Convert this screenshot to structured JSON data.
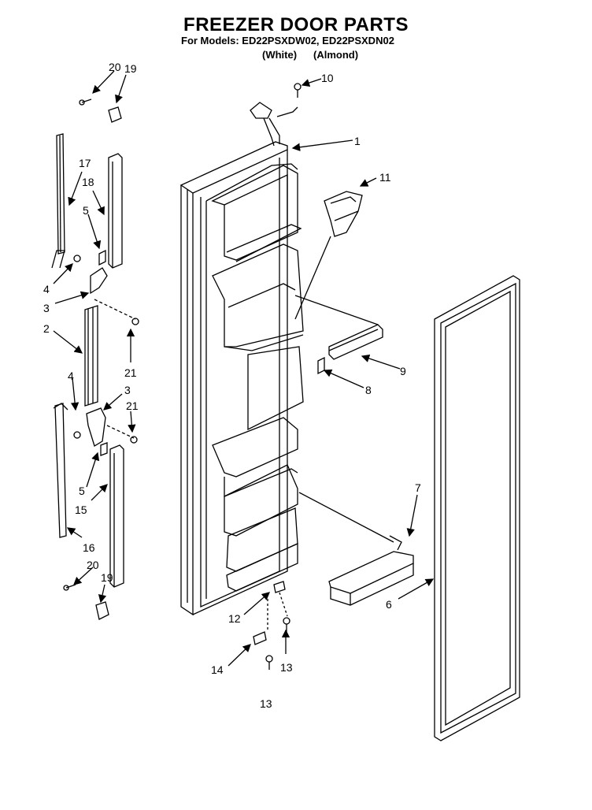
{
  "header": {
    "title": "FREEZER DOOR PARTS",
    "models": "For Models: ED22PSXDW02, ED22PSXDN02",
    "color_white": "(White)",
    "color_almond": "(Almond)"
  },
  "callouts": [
    {
      "id": "c1",
      "text": "1"
    },
    {
      "id": "c2",
      "text": "2"
    },
    {
      "id": "c3a",
      "text": "3"
    },
    {
      "id": "c3b",
      "text": "3"
    },
    {
      "id": "c4a",
      "text": "4"
    },
    {
      "id": "c4b",
      "text": "4"
    },
    {
      "id": "c5a",
      "text": "5"
    },
    {
      "id": "c5b",
      "text": "5"
    },
    {
      "id": "c6",
      "text": "6"
    },
    {
      "id": "c7",
      "text": "7"
    },
    {
      "id": "c8",
      "text": "8"
    },
    {
      "id": "c9",
      "text": "9"
    },
    {
      "id": "c10",
      "text": "10"
    },
    {
      "id": "c11",
      "text": "11"
    },
    {
      "id": "c12",
      "text": "12"
    },
    {
      "id": "c13a",
      "text": "13"
    },
    {
      "id": "c13b",
      "text": "13"
    },
    {
      "id": "c14",
      "text": "14"
    },
    {
      "id": "c15",
      "text": "15"
    },
    {
      "id": "c16",
      "text": "16"
    },
    {
      "id": "c17",
      "text": "17"
    },
    {
      "id": "c18",
      "text": "18"
    },
    {
      "id": "c19a",
      "text": "19"
    },
    {
      "id": "c19b",
      "text": "19"
    },
    {
      "id": "c20a",
      "text": "20"
    },
    {
      "id": "c20b",
      "text": "20"
    },
    {
      "id": "c21a",
      "text": "21"
    },
    {
      "id": "c21b",
      "text": "21"
    }
  ]
}
